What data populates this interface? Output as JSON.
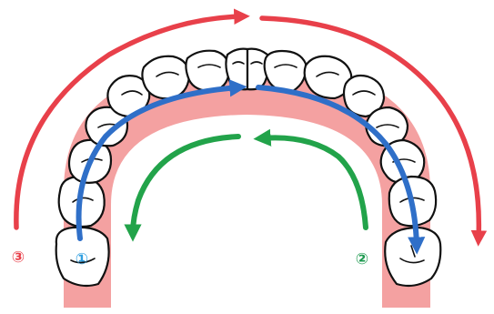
{
  "diagram": {
    "steps": [
      {
        "id": 1,
        "label": "①",
        "color": "#2f9fe0",
        "arrow_color": "#2f6fc8"
      },
      {
        "id": 2,
        "label": "②",
        "color": "#1e9a50",
        "arrow_color": "#22a34a"
      },
      {
        "id": 3,
        "label": "③",
        "color": "#e8404a",
        "arrow_color": "#e8404a"
      }
    ],
    "colors": {
      "gum": "#f4a1a1",
      "tooth_fill": "#ffffff",
      "tooth_outline": "#111111"
    }
  }
}
